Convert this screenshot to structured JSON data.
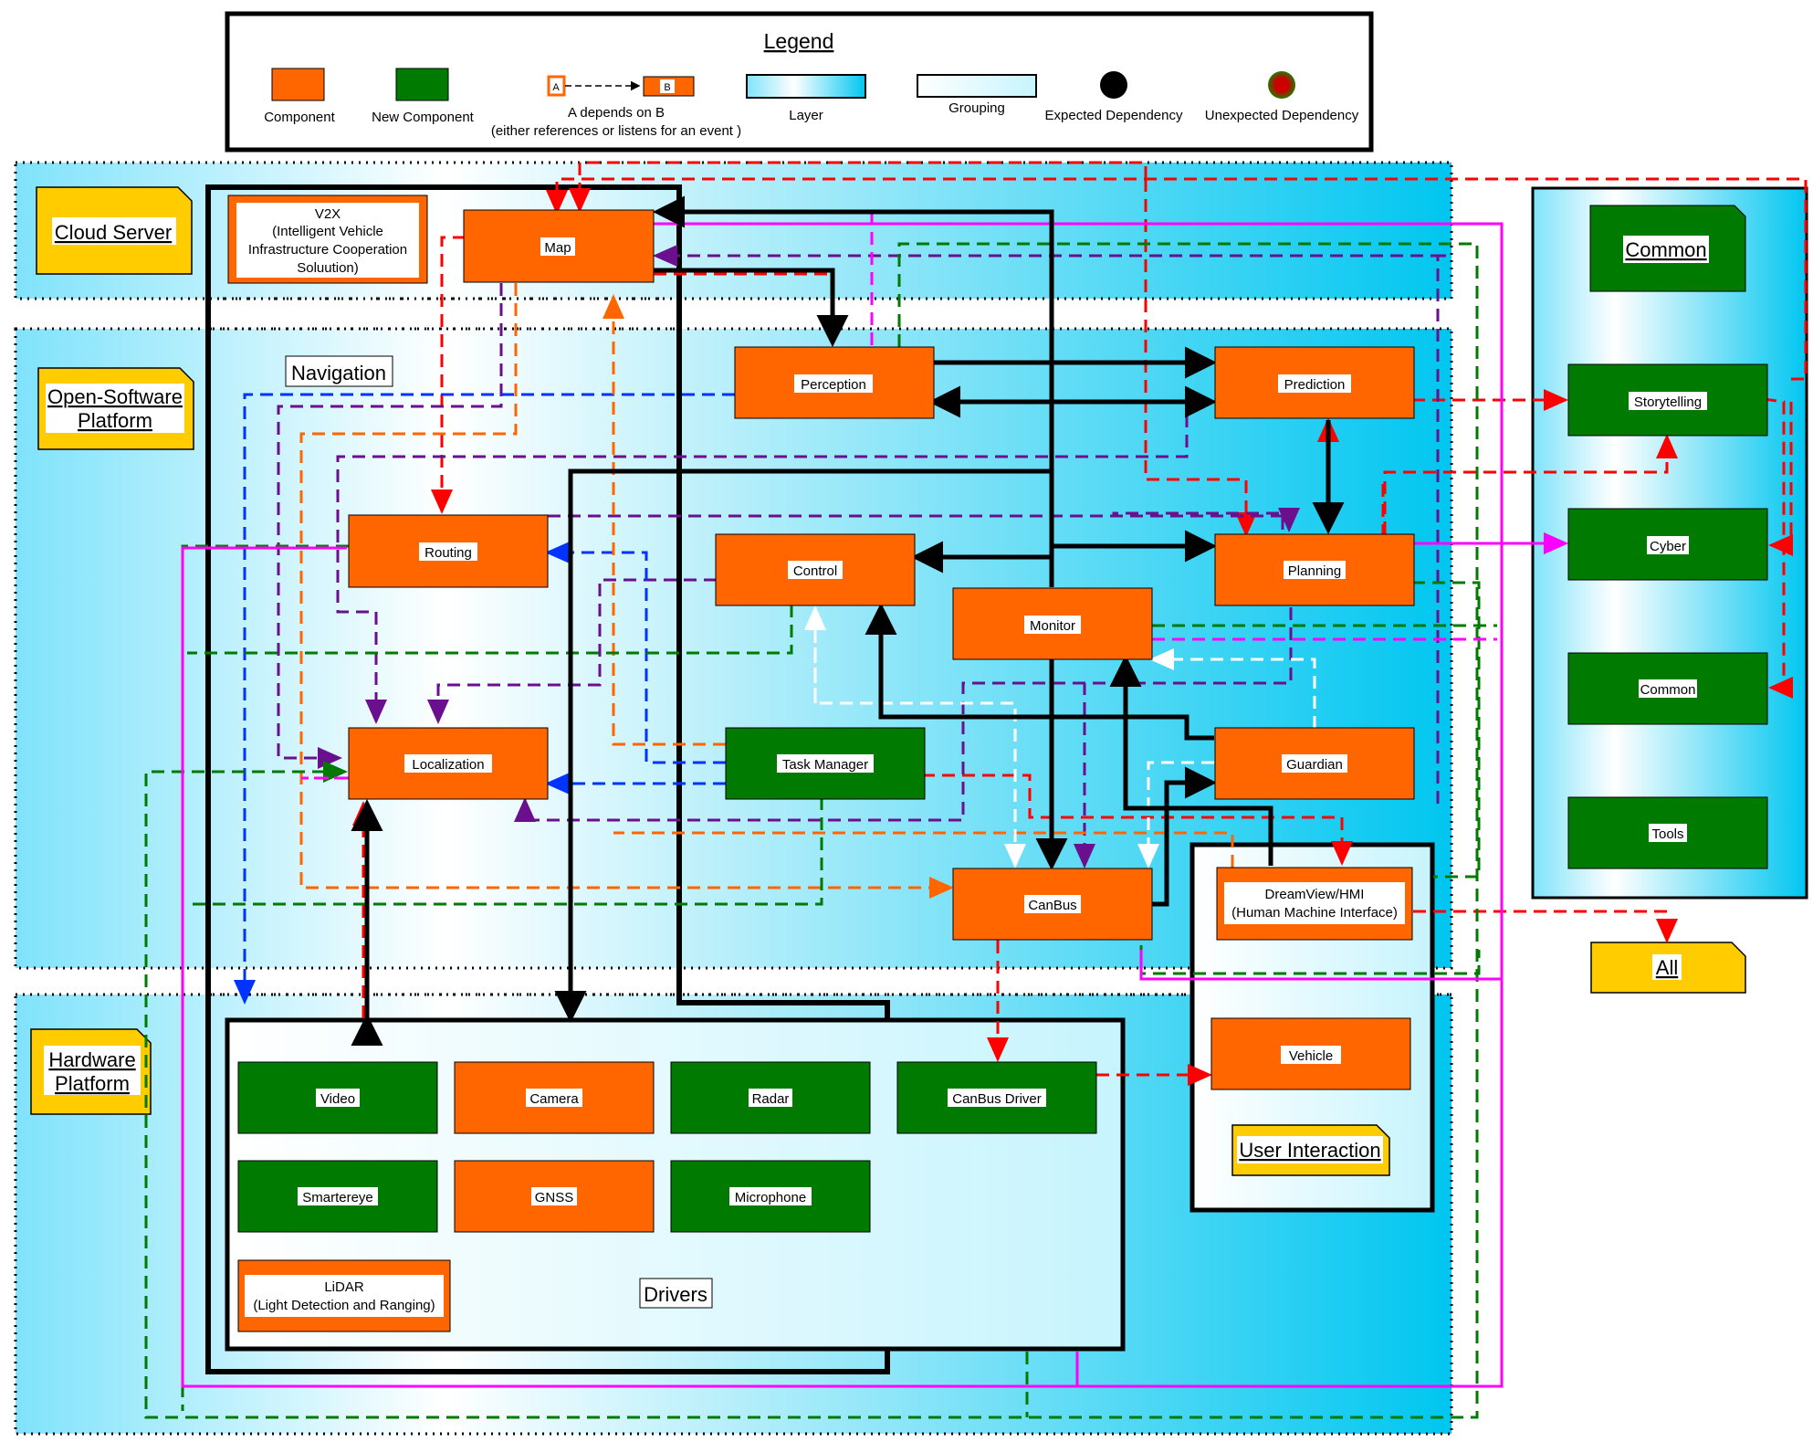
{
  "legend": {
    "title": "Legend",
    "component": "Component",
    "new_component": "New Component",
    "depends_label_1": "A depends on B",
    "depends_label_2": "(either references or listens for an event )",
    "layer": "Layer",
    "grouping": "Grouping",
    "expected": "Expected Dependency",
    "unexpected": "Unexpected Dependency",
    "a": "A",
    "b": "B"
  },
  "layers": {
    "cloud": "Cloud Server",
    "open_1": "Open-Software",
    "open_2": "Platform",
    "hw_1": "Hardware",
    "hw_2": "Platform"
  },
  "groups": {
    "navigation": "Navigation",
    "drivers": "Drivers",
    "user_interaction": "User Interaction",
    "common_header": "Common",
    "all": "All"
  },
  "components": {
    "v2x_1": "V2X",
    "v2x_2": "(Intelligent Vehicle",
    "v2x_3": "Infrastructure Cooperation",
    "v2x_4": "Soluution)",
    "map": "Map",
    "perception": "Perception",
    "prediction": "Prediction",
    "routing": "Routing",
    "control": "Control",
    "planning": "Planning",
    "monitor": "Monitor",
    "localization": "Localization",
    "task_manager": "Task Manager",
    "guardian": "Guardian",
    "canbus": "CanBus",
    "dreamview_1": "DreamView/HMI",
    "dreamview_2": "(Human Machine Interface)",
    "vehicle": "Vehicle",
    "storytelling": "Storytelling",
    "cyber": "Cyber",
    "common": "Common",
    "tools": "Tools",
    "video": "Video",
    "camera": "Camera",
    "radar": "Radar",
    "canbus_driver": "CanBus Driver",
    "smartereye": "Smartereye",
    "gnss": "GNSS",
    "microphone": "Microphone",
    "lidar_1": "LiDAR",
    "lidar_2": "(Light Detection and Ranging)"
  },
  "colors": {
    "component": "#ff6600",
    "new_component": "#007a00",
    "expected": "#000000",
    "unexpected": "#ff0000"
  }
}
